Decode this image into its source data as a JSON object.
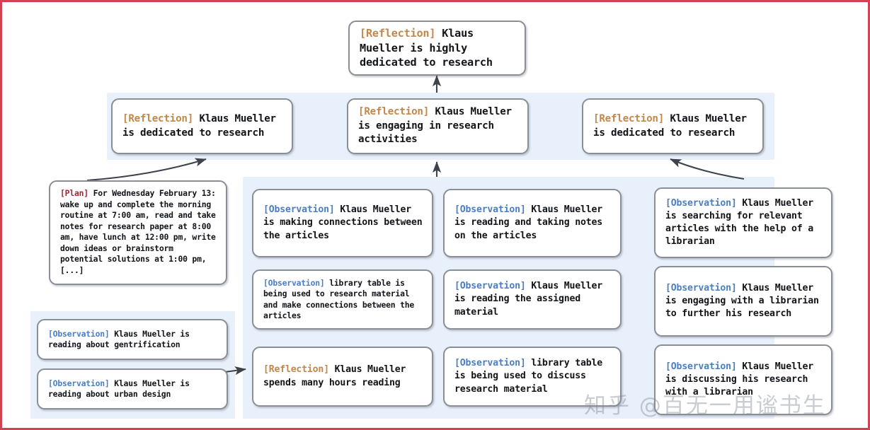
{
  "figure": {
    "kind": "memory-reflection-tree-diagram",
    "border_color": "#cf4355",
    "panel_color": "#e8f0fc",
    "node_border_color": "#8a8f96",
    "node_fill_color": "#ffffff"
  },
  "tags": {
    "reflection": "[Reflection]",
    "observation": "[Observation]",
    "plan": "[Plan]",
    "reflection_color": "#c1874b",
    "observation_color": "#4a7ec4",
    "plan_color": "#9b2936"
  },
  "root": {
    "tag": "[Reflection]",
    "text": " Klaus Mueller is highly dedicated to research"
  },
  "reflections": [
    {
      "id": "reflection-left",
      "tag": "[Reflection]",
      "text": " Klaus Mueller is dedicated to research"
    },
    {
      "id": "reflection-center",
      "tag": "[Reflection]",
      "text": " Klaus Mueller is engaging in research activities"
    },
    {
      "id": "reflection-right",
      "tag": "[Reflection]",
      "text": " Klaus Mueller is dedicated to research"
    }
  ],
  "plan_node": {
    "tag": "[Plan]",
    "text": " For Wednesday February 13: wake up and complete the morning routine at 7:00 am, read and take notes for research paper at 8:00 am, have lunch at 12:00 pm, write down ideas or brainstorm potential solutions at 1:00 pm, [...]"
  },
  "column_left_bottom": [
    {
      "id": "obs-gentrification",
      "tag": "[Observation]",
      "text": " Klaus Mueller is reading about gentrification"
    },
    {
      "id": "obs-urban-design",
      "tag": "[Observation]",
      "text": " Klaus Mueller is reading about urban design"
    }
  ],
  "column_two": [
    {
      "id": "obs-making-connections",
      "tag": "[Observation]",
      "text": " Klaus Mueller is making connections between the articles"
    },
    {
      "id": "obs-library-table-research",
      "tag": "[Observation]",
      "text": " library table is being used to research material and make connections between the articles"
    },
    {
      "id": "refl-spends-many-hours",
      "tag": "[Reflection]",
      "text": " Klaus Mueller spends many hours reading"
    }
  ],
  "column_three": [
    {
      "id": "obs-reading-taking-notes",
      "tag": "[Observation]",
      "text": " Klaus Mueller is reading and taking notes on the articles"
    },
    {
      "id": "obs-assigned-material",
      "tag": "[Observation]",
      "text": " Klaus Mueller is reading the assigned material"
    },
    {
      "id": "obs-library-table-discuss",
      "tag": "[Observation]",
      "text": " library table is being used to discuss research material"
    }
  ],
  "column_four": [
    {
      "id": "obs-searching-articles",
      "tag": "[Observation]",
      "text": " Klaus Mueller is searching for relevant articles with the help of a librarian"
    },
    {
      "id": "obs-engaging-librarian",
      "tag": "[Observation]",
      "text": " Klaus Mueller is engaging with a librarian to further his research"
    },
    {
      "id": "obs-discussing-research",
      "tag": "[Observation]",
      "text": " Klaus Mueller is discussing his research with a librarian"
    }
  ],
  "watermark": {
    "text": "知乎 @百无一用谧书生"
  }
}
